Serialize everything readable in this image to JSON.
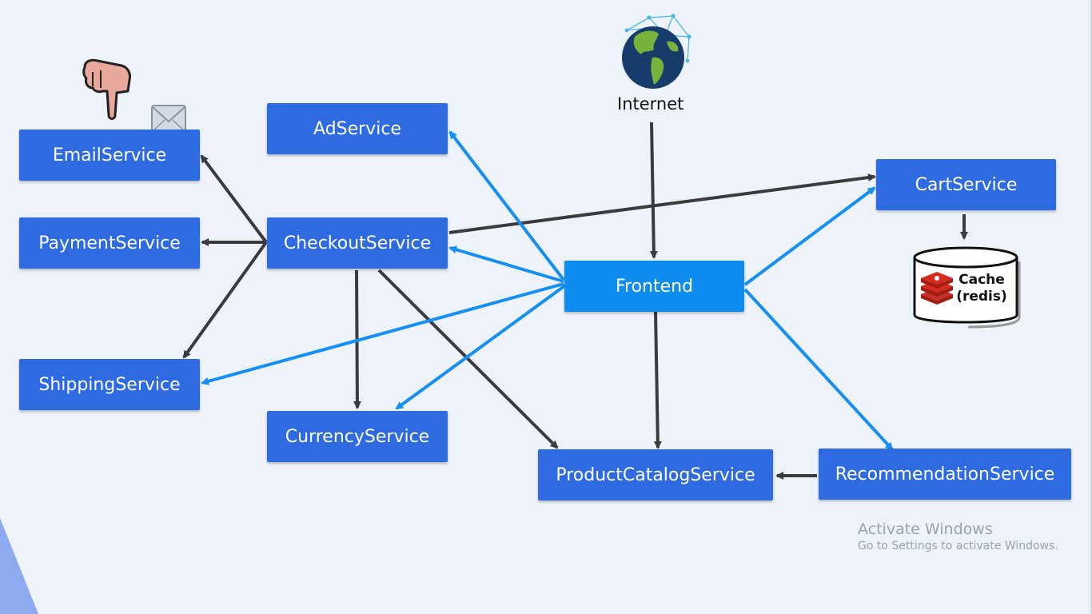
{
  "diagram": {
    "internet_label": "Internet",
    "services": {
      "email": "EmailService",
      "ad": "AdService",
      "payment": "PaymentService",
      "checkout": "CheckoutService",
      "cart": "CartService",
      "frontend": "Frontend",
      "shipping": "ShippingService",
      "currency": "CurrencyService",
      "product_catalog": "ProductCatalogService",
      "recommendation": "RecommendationService"
    },
    "cache": {
      "line1": "Cache",
      "line2": "(redis)"
    },
    "colors": {
      "service_box": "#2f6be0",
      "frontend_box": "#0e8cf0",
      "dark_arrow": "#3a3a3f",
      "blue_arrow": "#1590f2",
      "background": "#eef3fa"
    },
    "icons": [
      "globe-icon",
      "pointing-hand-icon",
      "mail-icon",
      "redis-icon"
    ]
  },
  "watermark": {
    "title": "Activate Windows",
    "subtitle": "Go to Settings to activate Windows."
  }
}
